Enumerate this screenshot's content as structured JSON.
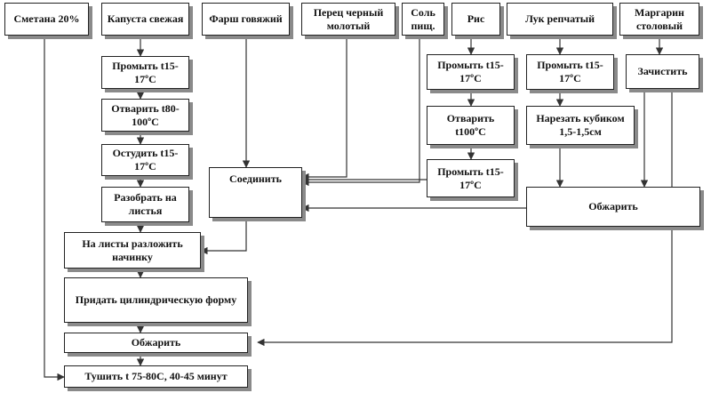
{
  "ingredients": {
    "sour_cream": "Сметана 20%",
    "cabbage": "Капуста свежая",
    "minced_beef": "Фарш говяжий",
    "black_pepper": "Перец черный молотый",
    "salt": "Соль пищ.",
    "rice": "Рис",
    "onion": "Лук репчатый",
    "margarine": "Маргарин столовый"
  },
  "steps": {
    "cabbage_wash": "Промыть t15-17ºС",
    "cabbage_boil": "Отварить t80-100ºС",
    "cabbage_cool": "Остудить t15-17ºС",
    "cabbage_separate": "Разобрать на листья",
    "rice_wash": "Промыть t15-17ºС",
    "rice_boil": "Отварить t100ºС",
    "rice_rinse": "Промыть t15-17ºС",
    "onion_wash": "Промыть t15-17ºС",
    "onion_cut": "Нарезать кубиком 1,5-1,5см",
    "margarine_clean": "Зачистить",
    "combine": "Соединить",
    "onion_fry": "Обжарить",
    "put_filling": "На листы разложить начинку",
    "shape": "Придать цилиндрическую форму",
    "fry": "Обжарить",
    "stew": "Тушить t 75-80С, 40-45 минут"
  }
}
